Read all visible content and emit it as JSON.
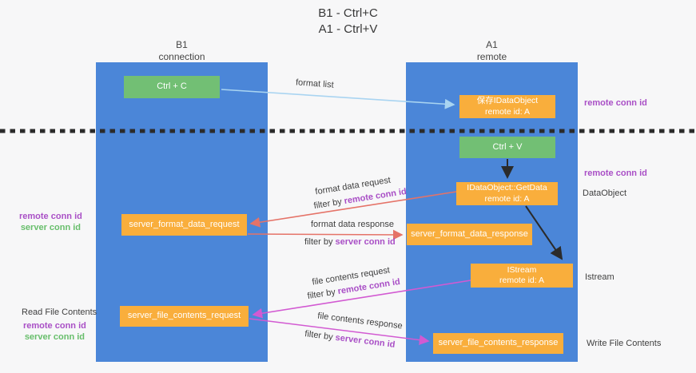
{
  "title": {
    "line1": "B1 - Ctrl+C",
    "line2": "A1 - Ctrl+V"
  },
  "lanes": {
    "left": {
      "name": "B1",
      "subtitle": "connection"
    },
    "right": {
      "name": "A1",
      "subtitle": "remote"
    }
  },
  "boxes": {
    "ctrl_c": "Ctrl + C",
    "ctrl_v": "Ctrl + V",
    "save_dataobject": {
      "line1": "保存IDataObject",
      "line2": "remote id: A"
    },
    "getdata": {
      "line1": "IDataObject::GetData",
      "line2": "remote id: A"
    },
    "istream": {
      "line1": "IStream",
      "line2": "remote id: A"
    },
    "server_format_data_request": "server_format_data_request",
    "server_format_data_response": "server_format_data_response",
    "server_file_contents_request": "server_file_contents_request",
    "server_file_contents_response": "server_file_contents_response"
  },
  "flows": {
    "format_list": "format list",
    "filter_by": "filter by",
    "format_data_request": "format data request",
    "format_data_response": "format data response",
    "file_contents_request": "file contents request",
    "file_contents_response": "file contents response",
    "remote_conn_id": "remote conn id",
    "server_conn_id": "server conn id"
  },
  "annotations": {
    "remote_conn_id": "remote conn id",
    "server_conn_id": "server conn id",
    "dataobject": "DataObject",
    "istream": "Istream",
    "read_file_contents": "Read File Contents",
    "write_file_contents": "Write File Contents"
  },
  "colors": {
    "column_blue": "#4B86D8",
    "box_orange": "#F9AE3C",
    "box_green": "#72BF74",
    "arrow_blue": "#A9D4F1",
    "arrow_red": "#E57368",
    "arrow_magenta": "#D25AD2",
    "arrow_black": "#2B2B2B",
    "text_purple": "#A94FC6",
    "text_green": "#67BE6B"
  }
}
